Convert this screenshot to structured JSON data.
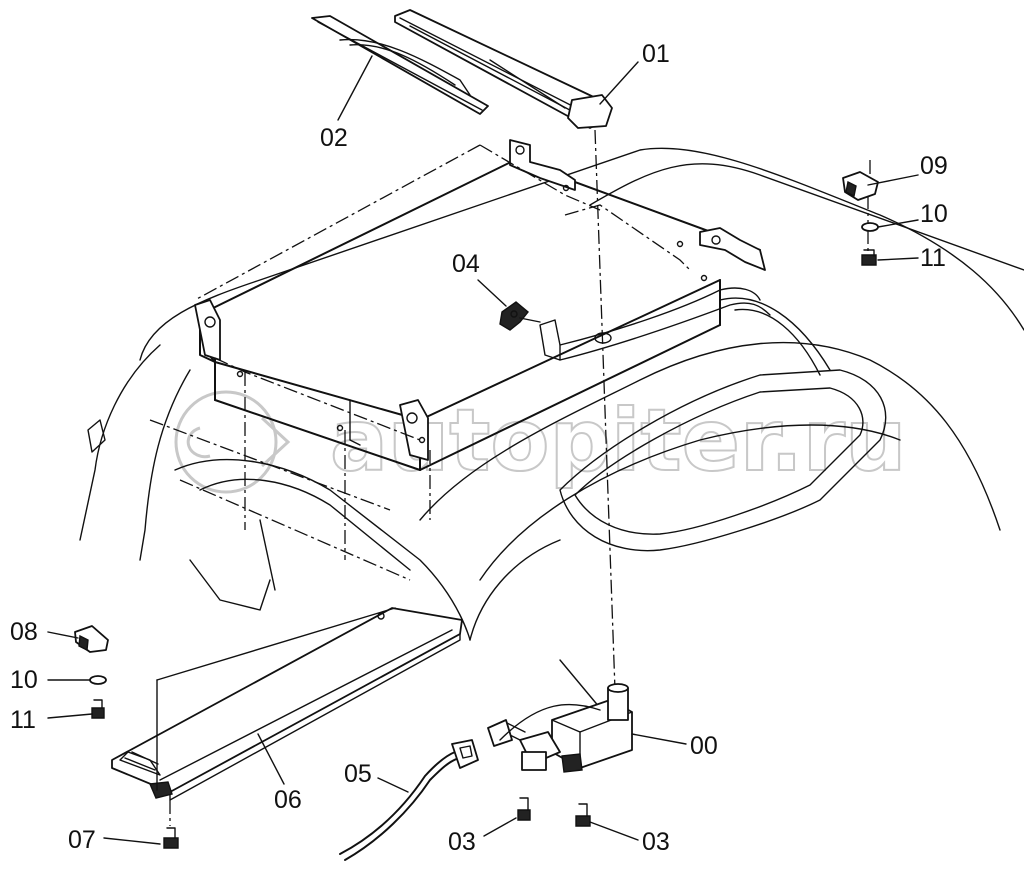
{
  "watermark": "autopiter.ru",
  "callouts": [
    {
      "id": "01",
      "text": "01"
    },
    {
      "id": "02",
      "text": "02"
    },
    {
      "id": "04",
      "text": "04"
    },
    {
      "id": "09",
      "text": "09"
    },
    {
      "id": "10a",
      "text": "10"
    },
    {
      "id": "11a",
      "text": "11"
    },
    {
      "id": "08",
      "text": "08"
    },
    {
      "id": "10b",
      "text": "10"
    },
    {
      "id": "11b",
      "text": "11"
    },
    {
      "id": "06",
      "text": "06"
    },
    {
      "id": "05",
      "text": "05"
    },
    {
      "id": "00",
      "text": "00"
    },
    {
      "id": "07",
      "text": "07"
    },
    {
      "id": "03a",
      "text": "03"
    },
    {
      "id": "03b",
      "text": "03"
    }
  ]
}
